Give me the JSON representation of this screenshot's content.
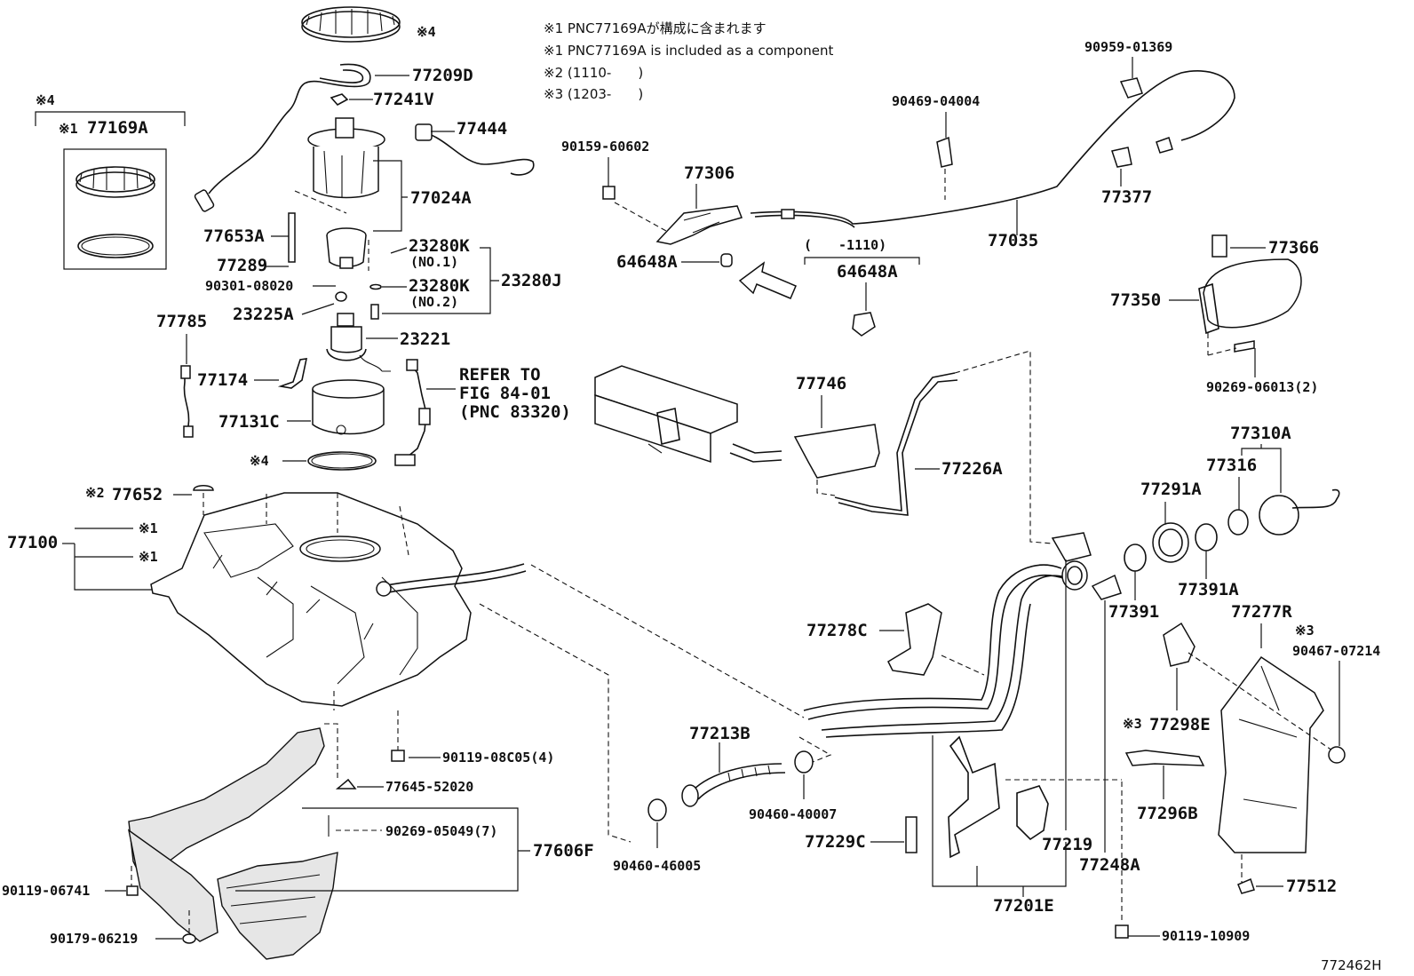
{
  "notes": [
    "※1 PNC77169Aが構成に含まれます",
    "※1 PNC77169A is included as a component",
    "※2 (1110-　　)",
    "※3 (1203-　　)"
  ],
  "labels": {
    "p77209D": "77209D",
    "p77241V": "77241V",
    "p77444": "77444",
    "p77024A": "77024A",
    "p77653A": "77653A",
    "p77289": "77289",
    "p90301": "90301-08020",
    "p23280K1": "23280K",
    "p23280K1n": "(NO.1)",
    "p23280K2": "23280K",
    "p23280K2n": "(NO.2)",
    "p23280J": "23280J",
    "p23225A": "23225A",
    "p23221": "23221",
    "p77785": "77785",
    "p77174": "77174",
    "p77131C": "77131C",
    "pRefer1": "REFER TO",
    "pRefer2": "FIG 84-01",
    "pRefer3": "(PNC 83320)",
    "p77169A": "77169A",
    "p77652": "77652",
    "p77100": "77100",
    "p90159": "90159-60602",
    "p77306": "77306",
    "p64648A": "64648A",
    "p1110": "(　　-1110)",
    "p64648A2": "64648A",
    "p90469": "90469-04004",
    "p90959": "90959-01369",
    "p77377": "77377",
    "p77035": "77035",
    "p77366": "77366",
    "p77350": "77350",
    "p90269_06013": "90269-06013(2)",
    "p77746": "77746",
    "p77226A": "77226A",
    "p77310A": "77310A",
    "p77316": "77316",
    "p77291A": "77291A",
    "p77391A": "77391A",
    "p77391": "77391",
    "p77277R": "77277R",
    "p90467": "90467-07214",
    "p77278C": "77278C",
    "p77298E": "77298E",
    "p77213B": "77213B",
    "p90119_08C05": "90119-08C05(4)",
    "p77645": "77645-52020",
    "p90269_05049": "90269-05049(7)",
    "p77606F": "77606F",
    "p90460_40007": "90460-40007",
    "p90460_46005": "90460-46005",
    "p77229C": "77229C",
    "p77219": "77219",
    "p77248A": "77248A",
    "p77296B": "77296B",
    "p77201E": "77201E",
    "p77512": "77512",
    "p90119_06741": "90119-06741",
    "p90179_06219": "90179-06219",
    "p90119_10909": "90119-10909",
    "figId": "772462H"
  },
  "marks": {
    "m4a": "※4",
    "m4b": "※4",
    "m4c": "※4",
    "m1box": "※1",
    "m2": "※2",
    "m1a": "※1",
    "m1b": "※1",
    "m3a": "※3",
    "m3b": "※3"
  }
}
